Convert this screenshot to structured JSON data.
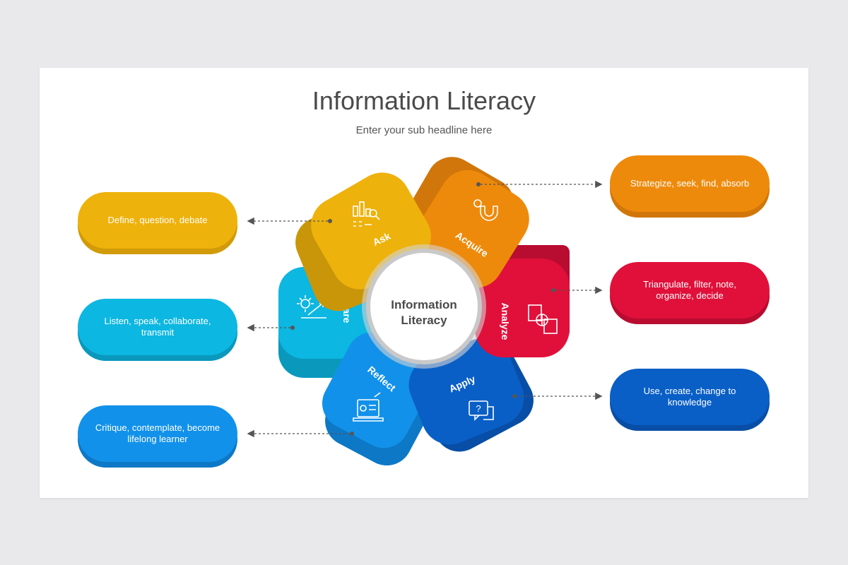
{
  "header": {
    "title": "Information Literacy",
    "subtitle": "Enter your sub headline here"
  },
  "center": {
    "line1": "Information",
    "line2": "Literacy"
  },
  "petals": [
    {
      "label": "Ask",
      "icon": "bar-chart-search-icon",
      "color": "#eeb20c"
    },
    {
      "label": "Acquire",
      "icon": "magnet-icon",
      "color": "#ee8a0b"
    },
    {
      "label": "Analyze",
      "icon": "documents-globe-icon",
      "color": "#e0103a"
    },
    {
      "label": "Apply",
      "icon": "question-chat-icon",
      "color": "#0a5fc6"
    },
    {
      "label": "Reflect",
      "icon": "laptop-profile-icon",
      "color": "#1291ea"
    },
    {
      "label": "Share",
      "icon": "sun-growth-icon",
      "color": "#0cb7e1"
    }
  ],
  "descriptions": {
    "ask": {
      "text": "Define, question, debate",
      "color": "#eeb20c",
      "shade": "#d19a08"
    },
    "acquire": {
      "text": "Strategize, seek, find, absorb",
      "color": "#ee8a0b",
      "shade": "#d1760a"
    },
    "analyze": {
      "text": "Triangulate, filter, note, organize, decide",
      "color": "#e0103a",
      "shade": "#b80c30"
    },
    "apply": {
      "text": "Use, create, change to knowledge",
      "color": "#0a5fc6",
      "shade": "#084ea6"
    },
    "reflect": {
      "text": "Critique, contemplate, become lifelong learner",
      "color": "#1291ea",
      "shade": "#0d78c6"
    },
    "share": {
      "text": "Listen, speak, collaborate, transmit",
      "color": "#0cb7e1",
      "shade": "#0a98bd"
    }
  }
}
